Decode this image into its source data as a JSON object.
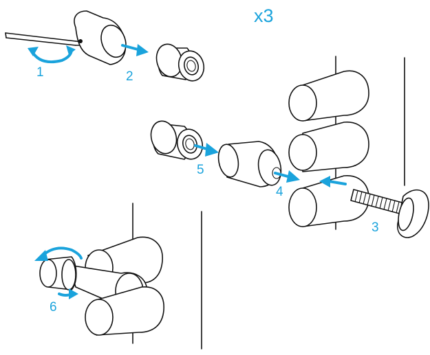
{
  "multiplier": "x3",
  "steps": [
    {
      "number": "1"
    },
    {
      "number": "2"
    },
    {
      "number": "3"
    },
    {
      "number": "4"
    },
    {
      "number": "5"
    },
    {
      "number": "6"
    }
  ],
  "colors": {
    "accent": "#1aa3dc",
    "ink": "#111111",
    "background": "#ffffff"
  },
  "icons": [
    "hex-key-icon",
    "rotate-arrow-icon",
    "move-arrow-icon"
  ]
}
